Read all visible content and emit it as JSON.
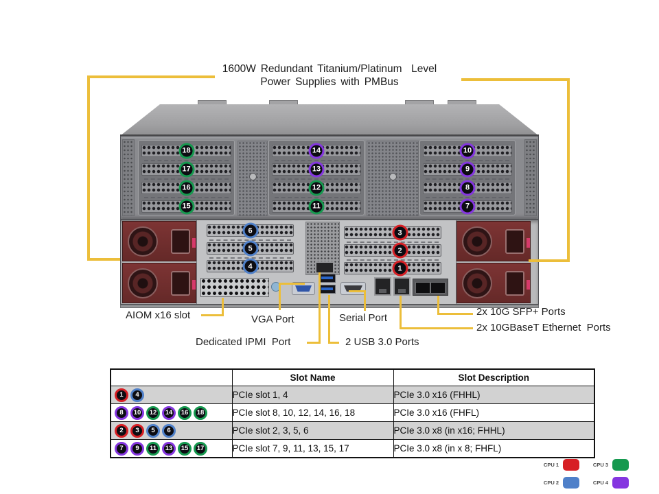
{
  "title": {
    "line1": "1600W Redundant Titanium/Platinum  Level",
    "line2": "Power Supplies with PMBus"
  },
  "colors": {
    "cpu1": "#d71f24",
    "cpu2": "#4f80c9",
    "cpu3": "#16994f",
    "cpu4": "#8536e0",
    "callout": "#ecbe3a"
  },
  "rear": {
    "upper_groups": [
      {
        "name": "slots-15-18",
        "slots": [
          {
            "n": "18",
            "c": "cpu3"
          },
          {
            "n": "17",
            "c": "cpu3"
          },
          {
            "n": "16",
            "c": "cpu3"
          },
          {
            "n": "15",
            "c": "cpu3"
          }
        ]
      },
      {
        "name": "slots-11-14",
        "slots": [
          {
            "n": "14",
            "c": "cpu4"
          },
          {
            "n": "13",
            "c": "cpu4"
          },
          {
            "n": "12",
            "c": "cpu3"
          },
          {
            "n": "11",
            "c": "cpu3"
          }
        ]
      },
      {
        "name": "slots-7-10",
        "slots": [
          {
            "n": "10",
            "c": "cpu4"
          },
          {
            "n": "9",
            "c": "cpu4"
          },
          {
            "n": "8",
            "c": "cpu4"
          },
          {
            "n": "7",
            "c": "cpu4"
          }
        ]
      }
    ],
    "riser_left": [
      {
        "n": "6",
        "c": "cpu2"
      },
      {
        "n": "5",
        "c": "cpu2"
      },
      {
        "n": "4",
        "c": "cpu2"
      }
    ],
    "riser_right": [
      {
        "n": "3",
        "c": "cpu1"
      },
      {
        "n": "2",
        "c": "cpu1"
      },
      {
        "n": "1",
        "c": "cpu1"
      }
    ]
  },
  "port_labels": {
    "aiom": "AIOM x16 slot",
    "vga": "VGA Port",
    "serial": "Serial Port",
    "ipmi": "Dedicated IPMI  Port",
    "usb": "2 USB 3.0 Ports",
    "sfp": "2x 10G SFP+ Ports",
    "ethernet": "2x 10GBaseT Ethernet  Ports"
  },
  "table": {
    "headers": [
      "",
      "Slot Name",
      "Slot Description"
    ],
    "rows": [
      {
        "slots": [
          {
            "n": "1",
            "c": "cpu1"
          },
          {
            "n": "4",
            "c": "cpu2"
          }
        ],
        "name": "PCIe slot 1, 4",
        "desc": "PCIe 3.0 x16 (FHHL)"
      },
      {
        "slots": [
          {
            "n": "8",
            "c": "cpu4"
          },
          {
            "n": "10",
            "c": "cpu4"
          },
          {
            "n": "12",
            "c": "cpu3"
          },
          {
            "n": "14",
            "c": "cpu4"
          },
          {
            "n": "16",
            "c": "cpu3"
          },
          {
            "n": "18",
            "c": "cpu3"
          }
        ],
        "name": "PCIe slot 8, 10, 12, 14, 16, 18",
        "desc": "PCIe 3.0 x16 (FHFL)"
      },
      {
        "slots": [
          {
            "n": "2",
            "c": "cpu1"
          },
          {
            "n": "3",
            "c": "cpu1"
          },
          {
            "n": "5",
            "c": "cpu2"
          },
          {
            "n": "6",
            "c": "cpu2"
          }
        ],
        "name": "PCIe slot 2, 3, 5, 6",
        "desc": "PCIe 3.0 x8 (in x16; FHHL)"
      },
      {
        "slots": [
          {
            "n": "7",
            "c": "cpu4"
          },
          {
            "n": "9",
            "c": "cpu4"
          },
          {
            "n": "11",
            "c": "cpu3"
          },
          {
            "n": "13",
            "c": "cpu4"
          },
          {
            "n": "15",
            "c": "cpu3"
          },
          {
            "n": "17",
            "c": "cpu3"
          }
        ],
        "name": "PCIe slot 7, 9, 11, 13, 15, 17",
        "desc": "PCIe 3.0 x8 (in x 8; FHFL)"
      }
    ]
  },
  "legend": {
    "items": [
      {
        "label": "CPU 1",
        "c": "cpu1"
      },
      {
        "label": "CPU 3",
        "c": "cpu3"
      },
      {
        "label": "CPU 2",
        "c": "cpu2"
      },
      {
        "label": "CPU 4",
        "c": "cpu4"
      }
    ]
  }
}
